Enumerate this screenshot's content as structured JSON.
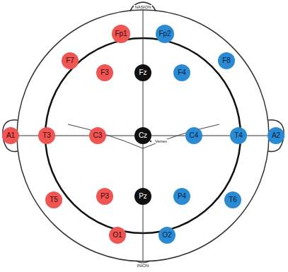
{
  "diagram": {
    "nodes": [
      {
        "text": [
          "Fp1"
        ]
      },
      {
        "text": [
          "Fp2"
        ]
      },
      {
        "text": [
          "F7"
        ]
      },
      {
        "text": [
          "F3"
        ]
      },
      {
        "text": [
          "Fz"
        ]
      },
      {
        "text": [
          "F4"
        ]
      },
      {
        "text": [
          "F8"
        ]
      },
      {
        "text": [
          "A1"
        ]
      },
      {
        "text": [
          "T3"
        ]
      },
      {
        "text": [
          "C3"
        ]
      },
      {
        "text": [
          "Cz"
        ]
      },
      {
        "text": [
          "C4"
        ]
      },
      {
        "text": [
          "T4"
        ]
      },
      {
        "text": [
          "A2"
        ]
      },
      {
        "text": [
          "T5"
        ]
      },
      {
        "text": [
          "P3"
        ]
      },
      {
        "text": [
          "Pz"
        ]
      },
      {
        "text": [
          "P4"
        ]
      },
      {
        "text": [
          "T6"
        ]
      },
      {
        "text": [
          "O1"
        ]
      },
      {
        "text": [
          "O2"
        ]
      }
    ],
    "labels": [
      "NASION",
      "Vertex",
      "INION"
    ]
  }
}
